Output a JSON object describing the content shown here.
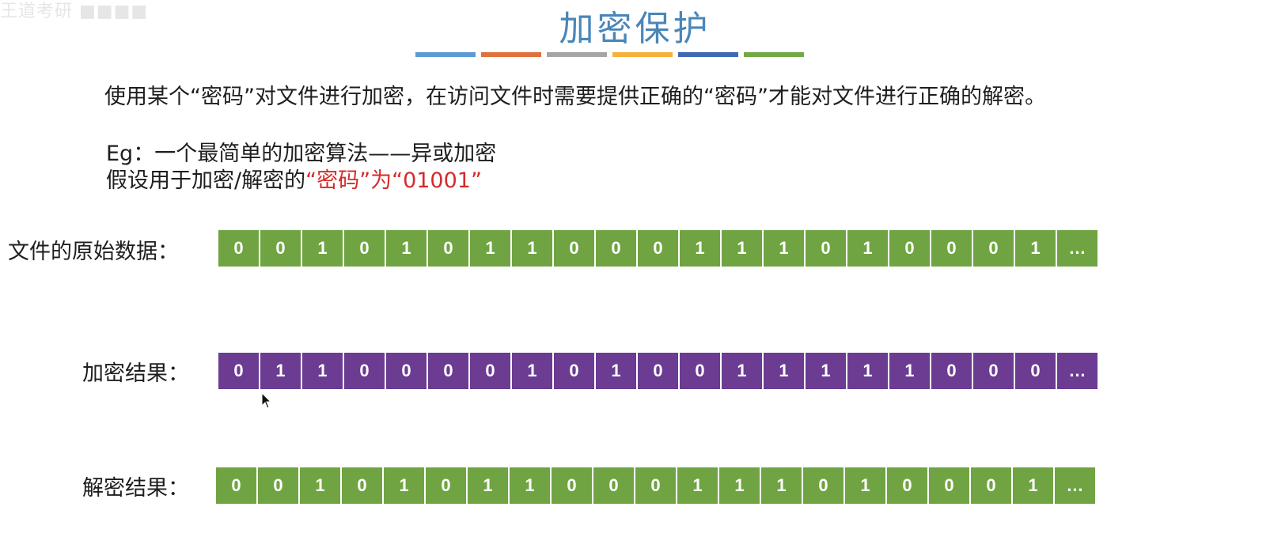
{
  "watermark": "王道考研 ■■■■",
  "title": "加密保护",
  "title_bar_colors": [
    "#5b9bd5",
    "#e0703c",
    "#a5a5a5",
    "#f5b03d",
    "#3f68b3",
    "#72a845"
  ],
  "description": "使用某个“密码”对文件进行加密，在访问文件时需要提供正确的“密码”才能对文件进行正确的解密。",
  "example": {
    "line1": "Eg：一个最简单的加密算法——异或加密",
    "line2_prefix": "假设用于加密/解密的",
    "line2_highlight": "“密码”为“01001”"
  },
  "rows": [
    {
      "label": "文件的原始数据：",
      "bits": [
        "0",
        "0",
        "1",
        "0",
        "1",
        "0",
        "1",
        "1",
        "0",
        "0",
        "0",
        "1",
        "1",
        "1",
        "0",
        "1",
        "0",
        "0",
        "0",
        "1",
        "…"
      ],
      "color": "#70a442"
    },
    {
      "label": "加密结果：",
      "bits": [
        "0",
        "1",
        "1",
        "0",
        "0",
        "0",
        "0",
        "1",
        "0",
        "1",
        "0",
        "0",
        "1",
        "1",
        "1",
        "1",
        "1",
        "0",
        "0",
        "0",
        "…"
      ],
      "color": "#6b3c92"
    },
    {
      "label": "解密结果：",
      "bits": [
        "0",
        "0",
        "1",
        "0",
        "1",
        "0",
        "1",
        "1",
        "0",
        "0",
        "0",
        "1",
        "1",
        "1",
        "0",
        "1",
        "0",
        "0",
        "0",
        "1",
        "…"
      ],
      "color": "#70a442"
    }
  ]
}
